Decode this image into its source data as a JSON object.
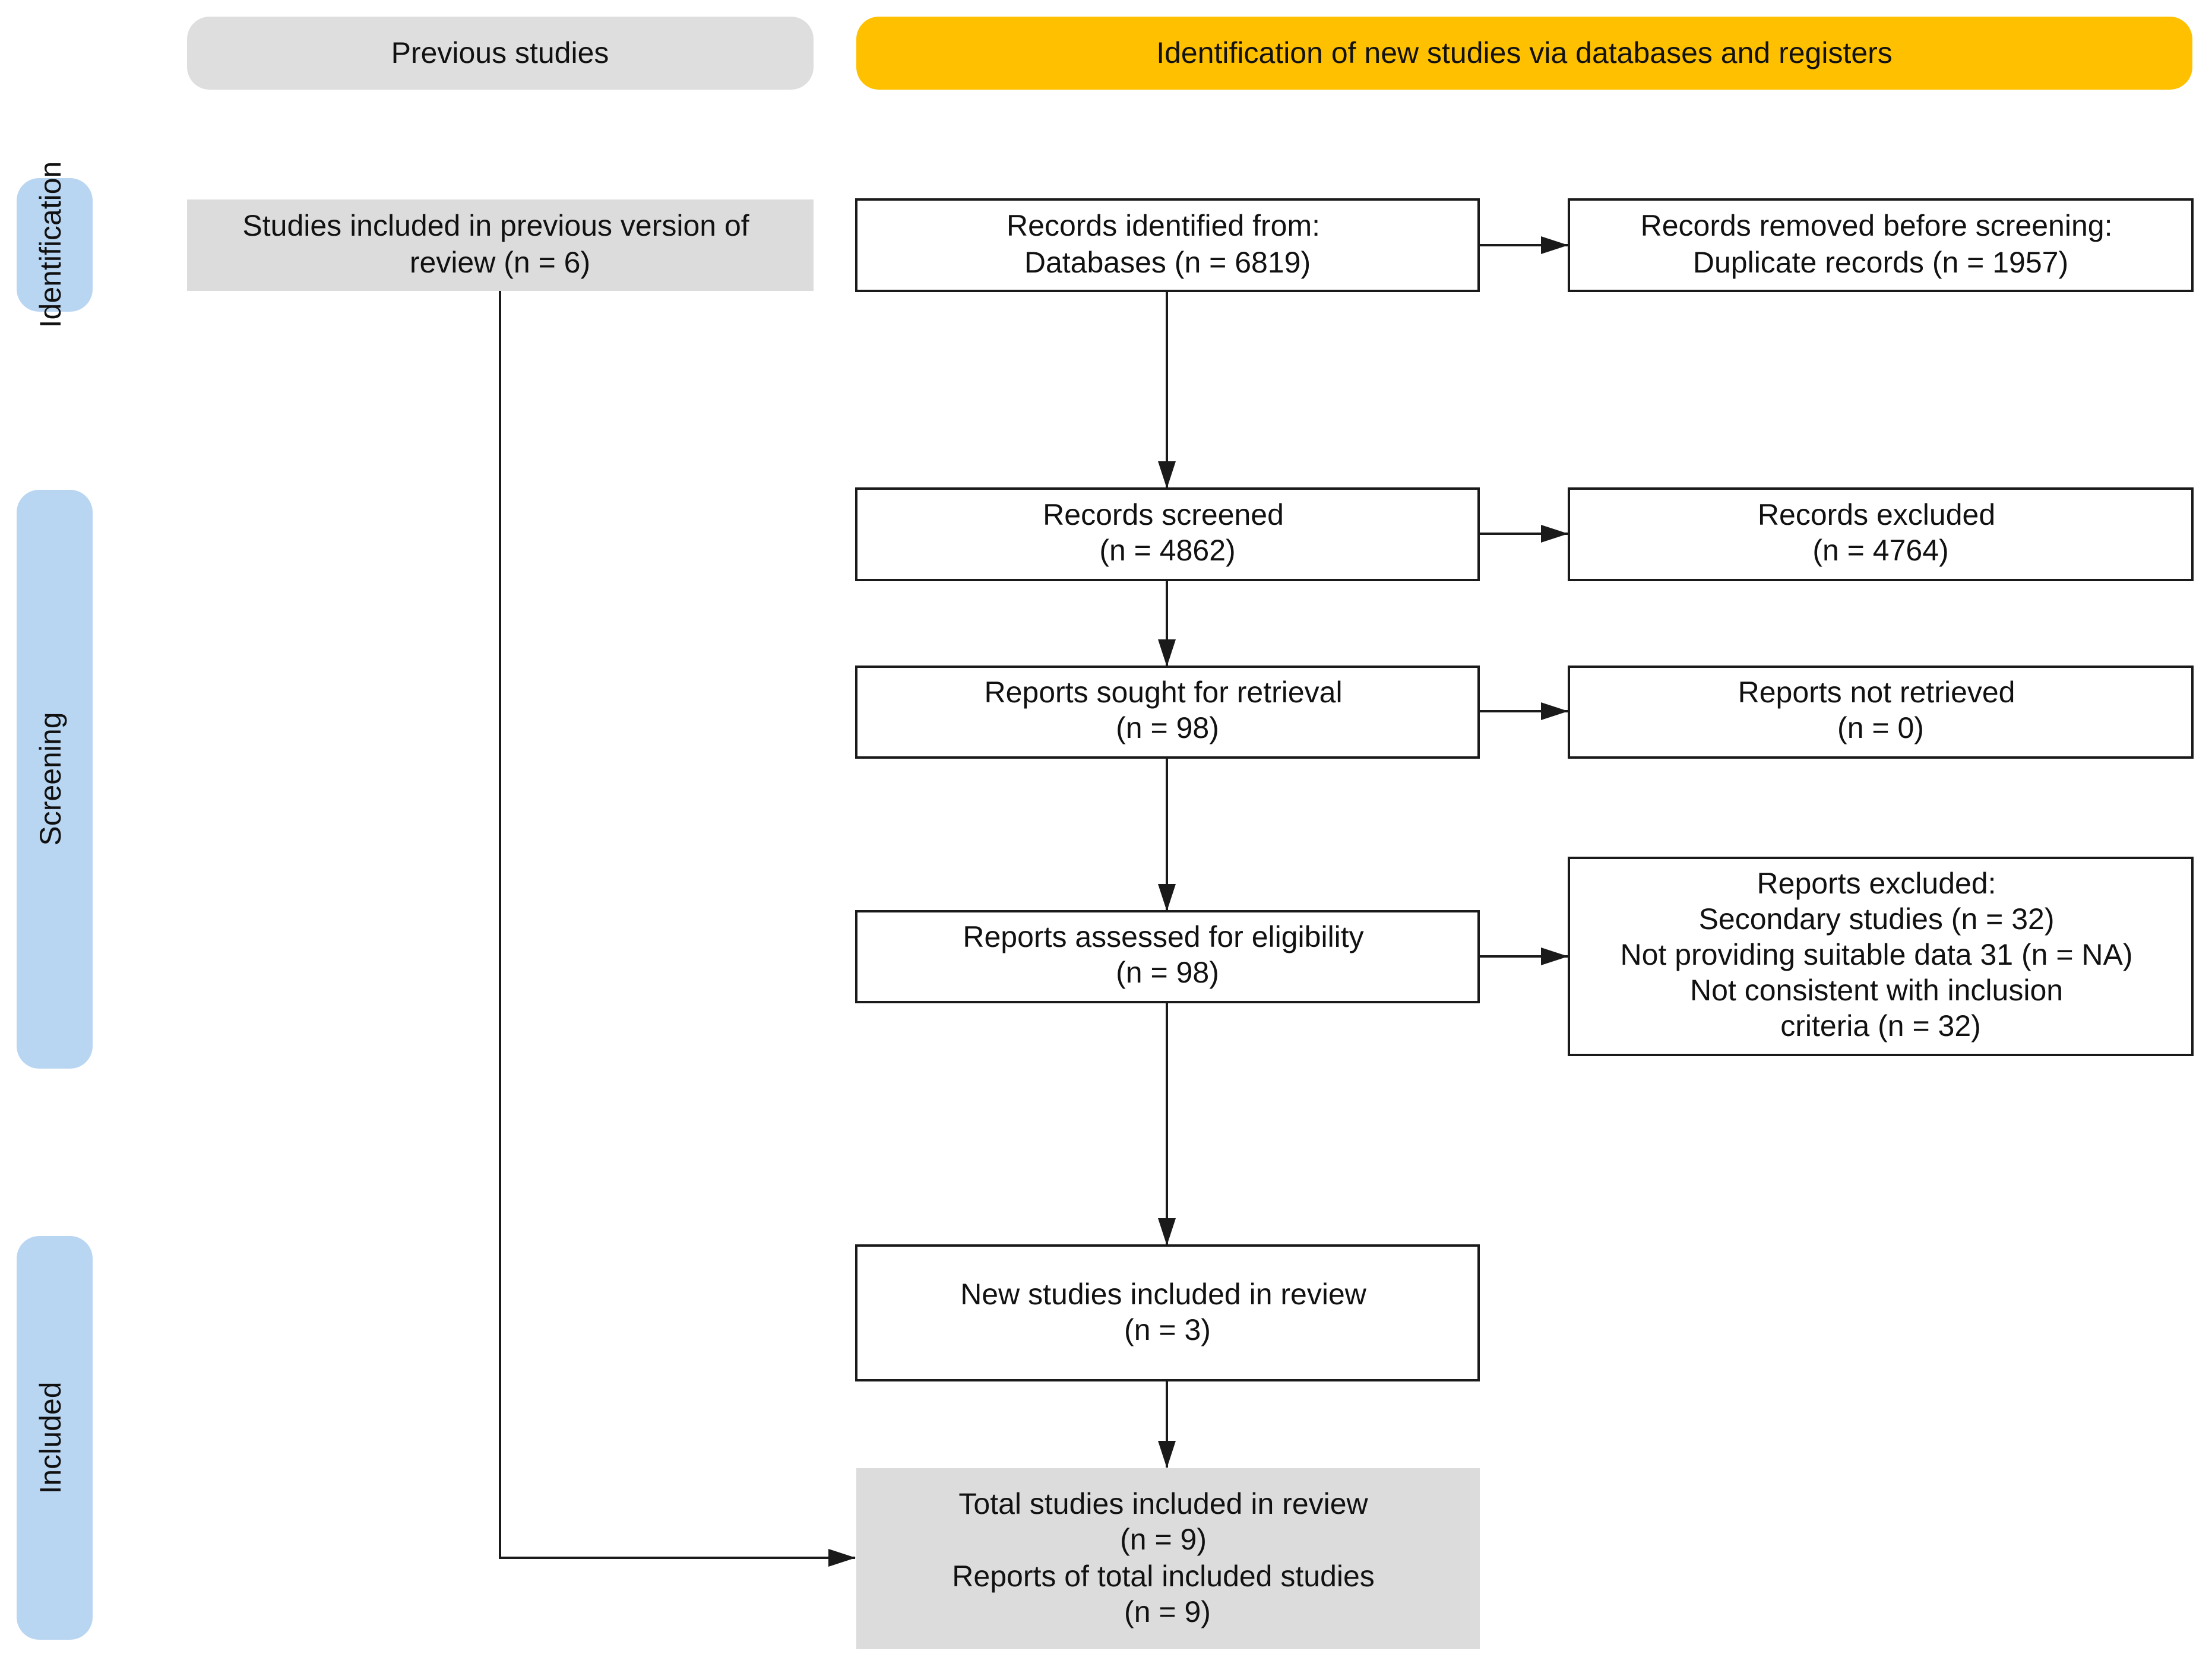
{
  "colors": {
    "header_previous": "#dedede",
    "header_new": "#ffc000",
    "phase": "#b8d5f2",
    "box_white": "#ffffff",
    "box_gray": "#dcdcdc",
    "stroke": "#1a1a1a"
  },
  "headers": {
    "previous": "Previous studies",
    "new": "Identification of new studies via databases and registers"
  },
  "phases": {
    "identification": "Identification",
    "screening": "Screening",
    "included": "Included"
  },
  "boxes": {
    "previous_included": {
      "lines": [
        "Studies included in previous version of",
        "review (n = 6)"
      ]
    },
    "records_identified": {
      "lines": [
        "Records identified from:",
        "Databases (n = 6819)"
      ]
    },
    "records_removed": {
      "lines": [
        "Records removed before screening:",
        "Duplicate records (n = 1957)"
      ]
    },
    "records_screened": {
      "lines": [
        "Records screened",
        "(n = 4862)"
      ]
    },
    "records_excluded": {
      "lines": [
        "Records excluded",
        "(n = 4764)"
      ]
    },
    "reports_sought": {
      "lines": [
        "Reports sought for retrieval",
        "(n = 98)"
      ]
    },
    "reports_not_retrieved": {
      "lines": [
        "Reports not retrieved",
        "(n = 0)"
      ]
    },
    "reports_assessed": {
      "lines": [
        "Reports assessed for eligibility",
        "(n = 98)"
      ]
    },
    "reports_excluded": {
      "lines": [
        "Reports excluded:",
        "Secondary studies (n = 32)",
        "Not providing suitable data 31 (n = NA)",
        "Not consistent with inclusion",
        "criteria (n = 32)"
      ]
    },
    "new_included": {
      "lines": [
        "New studies included in review",
        "(n = 3)"
      ]
    },
    "total_included": {
      "lines": [
        "Total studies included in review",
        "(n = 9)",
        "Reports of total included studies",
        "(n = 9)"
      ]
    }
  }
}
